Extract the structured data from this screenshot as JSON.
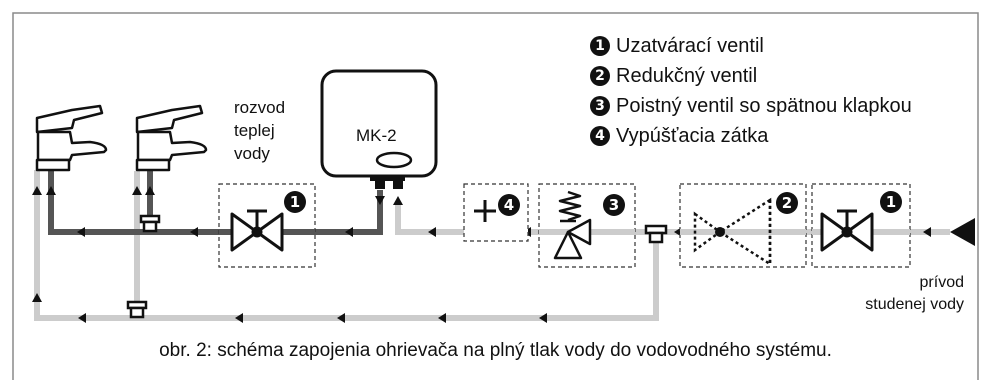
{
  "legend": [
    {
      "num": "1",
      "text": "Uzatvárací ventil"
    },
    {
      "num": "2",
      "text": "Redukčný ventil"
    },
    {
      "num": "3",
      "text": "Poistný ventil so spätnou klapkou"
    },
    {
      "num": "4",
      "text": "Vypúšťacia zátka"
    }
  ],
  "heater_label": "MK-2",
  "hot_line": [
    "rozvod",
    "teplej",
    "vody"
  ],
  "cold_supply": [
    "prívod",
    "studenej vody"
  ],
  "caption": "obr. 2: schéma zapojenia ohrievača na plný tlak vody do vodovodného systému.",
  "badges": {
    "valve_hot": "1",
    "drain": "4",
    "safety": "3",
    "reducer": "2",
    "valve_cold": "1"
  },
  "colors": {
    "hot_pipe": "#555555",
    "cold_pipe": "#cccccc",
    "ink": "#111111",
    "border": "#8a8a8a"
  }
}
